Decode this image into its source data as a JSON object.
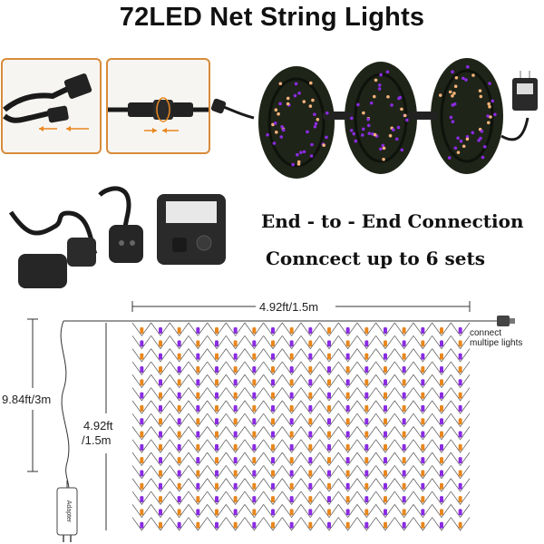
{
  "title": "72LED Net String Lights",
  "slogans": {
    "line1": "End - to - End Connection",
    "line2": "Conncect up to 6 sets"
  },
  "dimensions": {
    "width_label": "4.92ft/1.5m",
    "total_height_label": "9.84ft/3m",
    "net_height_line1": "4.92ft",
    "net_height_line2": "/1.5m"
  },
  "connect_note": {
    "line1": "connect",
    "line2": "multipe lights"
  },
  "adapter_label": "Adapter",
  "colors": {
    "accent_orange": "#e8871e",
    "led_purple": "#8a2be2",
    "panel_border": "#d88b3a",
    "wire": "#1a1a1a"
  },
  "icons": {
    "connector_photo": "connector-plug-icon",
    "power_adapter": "power-adapter-icon",
    "led_bulb": "led-bulb-icon"
  }
}
